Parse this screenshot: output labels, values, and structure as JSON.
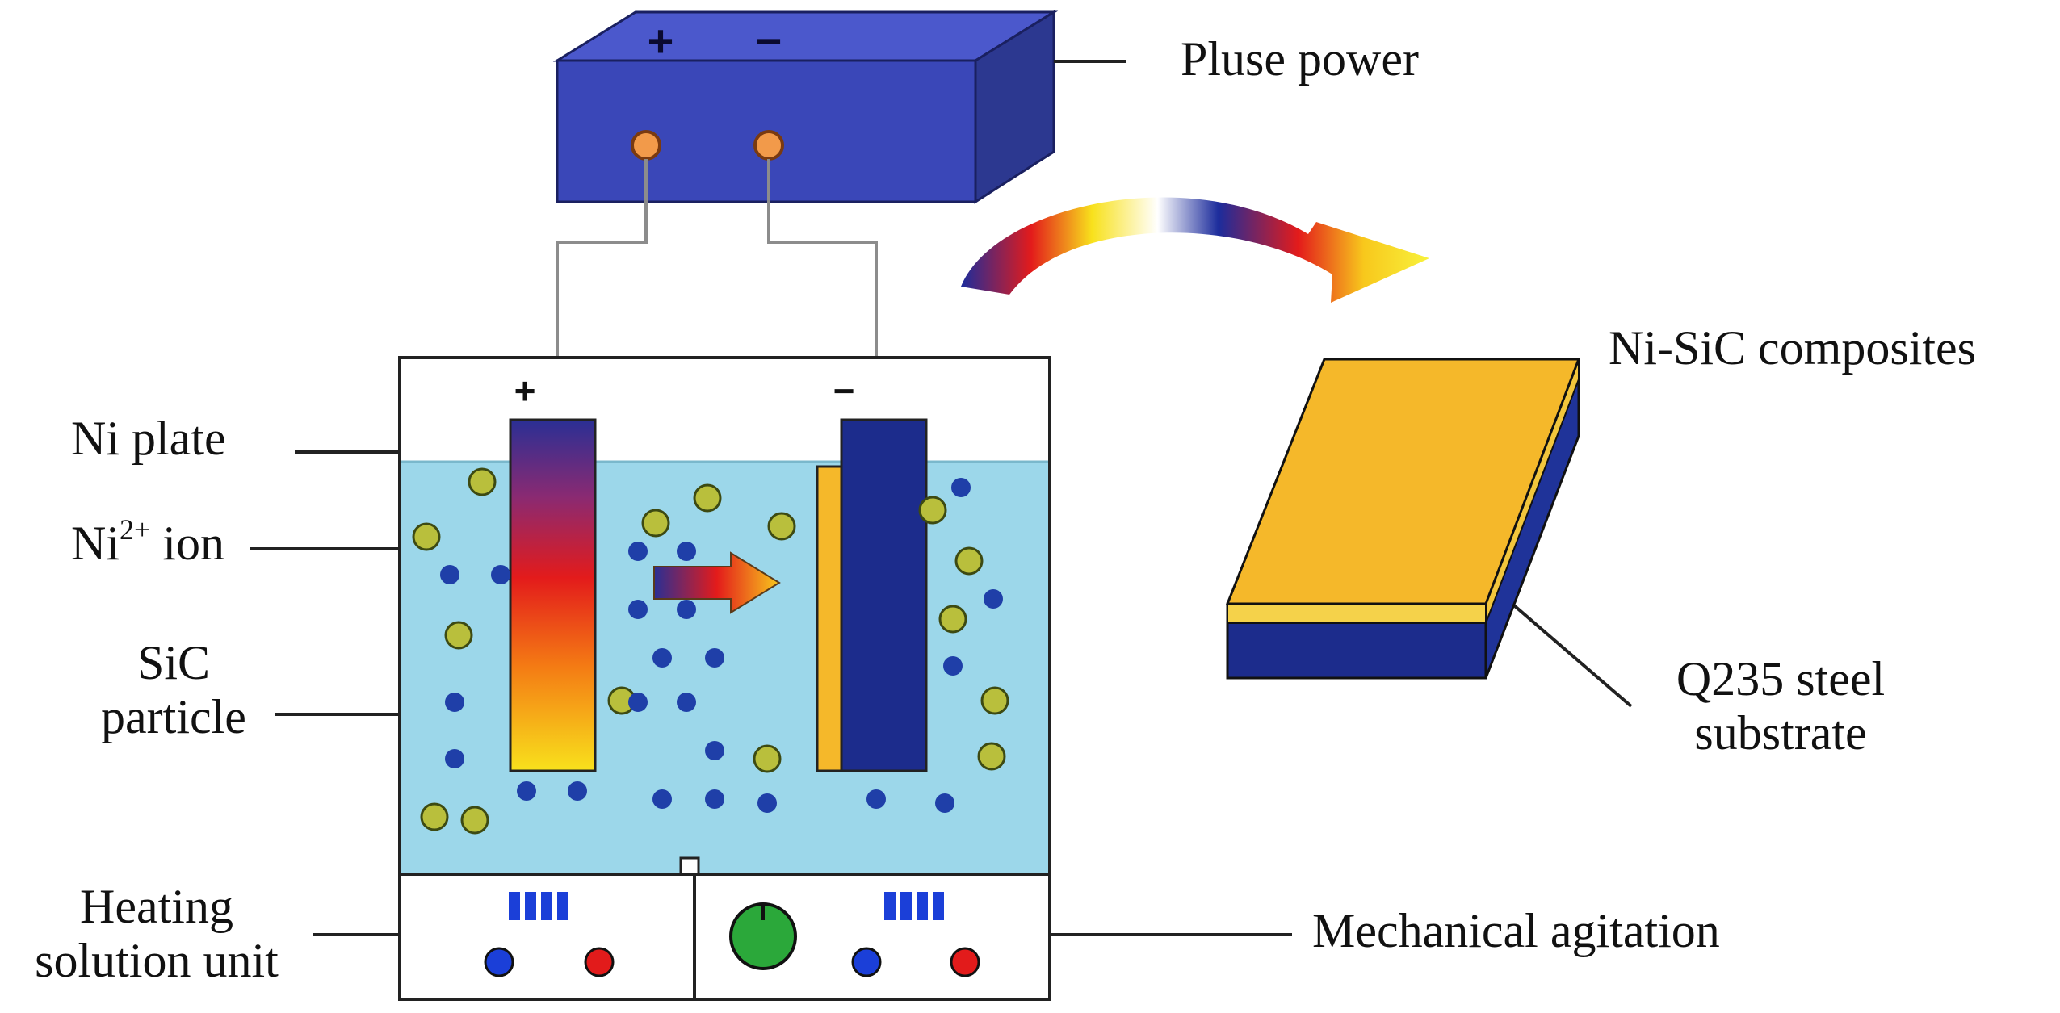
{
  "labels": {
    "power": "Pluse power",
    "composite": "Ni-SiC composites",
    "substrate_line1": "Q235 steel",
    "substrate_line2": "substrate",
    "ni_plate": "Ni plate",
    "ion_base": "Ni",
    "ion_charge": "2+",
    "ion_rest": " ion",
    "sic_line1": "SiC",
    "sic_line2": "particle",
    "heating_line1": "Heating",
    "heating_line2": "solution unit",
    "agitation": "Mechanical agitation"
  },
  "terminals": {
    "power_plus": "+",
    "power_minus": "−",
    "tank_plus": "+",
    "tank_minus": "−"
  },
  "colors": {
    "power_box": "#3a47b8",
    "electrolyte": "#9cd7ea",
    "cathode": "#1c2c8c",
    "coating": "#f5b82a",
    "ni_ion": "#b9bf3c",
    "sic_particle": "#1f3fa8",
    "knob": "#2ba83a",
    "indicator_blue": "#1b3fd8",
    "indicator_red": "#e21b1b"
  },
  "icons": {
    "transfer_arrow": "curved-arrow-icon",
    "ion_flow": "right-arrow-icon"
  }
}
